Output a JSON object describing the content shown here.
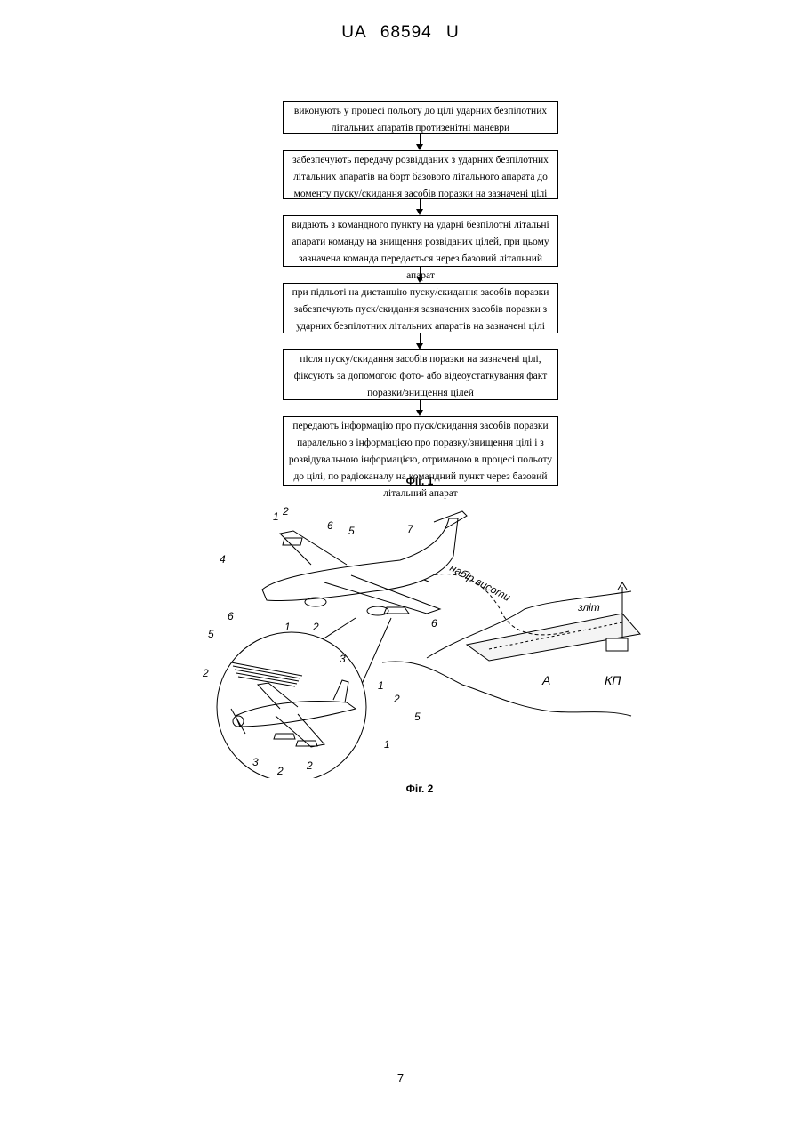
{
  "header": "UA 68594 U",
  "flowchart": [
    "виконують у процесі польоту до цілі ударних безпілотних літальних апаратів протизенітні маневри",
    "забезпечують передачу розвідданих з ударних безпілотних літальних апаратів на борт базового літального апарата до моменту пуску/скидання засобів поразки на зазначені цілі",
    "видають з командного пункту на ударні безпілотні літальні апарати команду на знищення розвіданих цілей, при цьому зазначена команда передається через базовий літальний апарат",
    "при підльоті на дистанцію пуску/скидання засобів поразки забезпечують пуск/скидання зазначених засобів поразки з ударних безпілотних літальних апаратів на зазначені цілі",
    "після пуску/скидання засобів поразки на зазначені цілі, фіксують за допомогою фото- або відеоустаткування факт поразки/знищення цілей",
    "передають інформацію про пуск/скидання засобів поразки паралельно з інформацією про поразку/знищення цілі і з розвідувальною інформацією, отриманою в процесі польоту до цілі, по радіоканалу на командний пункт через базовий літальний апарат"
  ],
  "fig1_label": "Фіг. 1",
  "fig2_label": "Фіг. 2",
  "drawing_labels": {
    "n1": "1",
    "n2": "2",
    "n3": "3",
    "n4": "4",
    "n5": "5",
    "n6": "6",
    "n7": "7",
    "climb": "набір висоти",
    "descent": "зліт",
    "point_a": "А",
    "command_post": "КП"
  },
  "page_number": "7"
}
